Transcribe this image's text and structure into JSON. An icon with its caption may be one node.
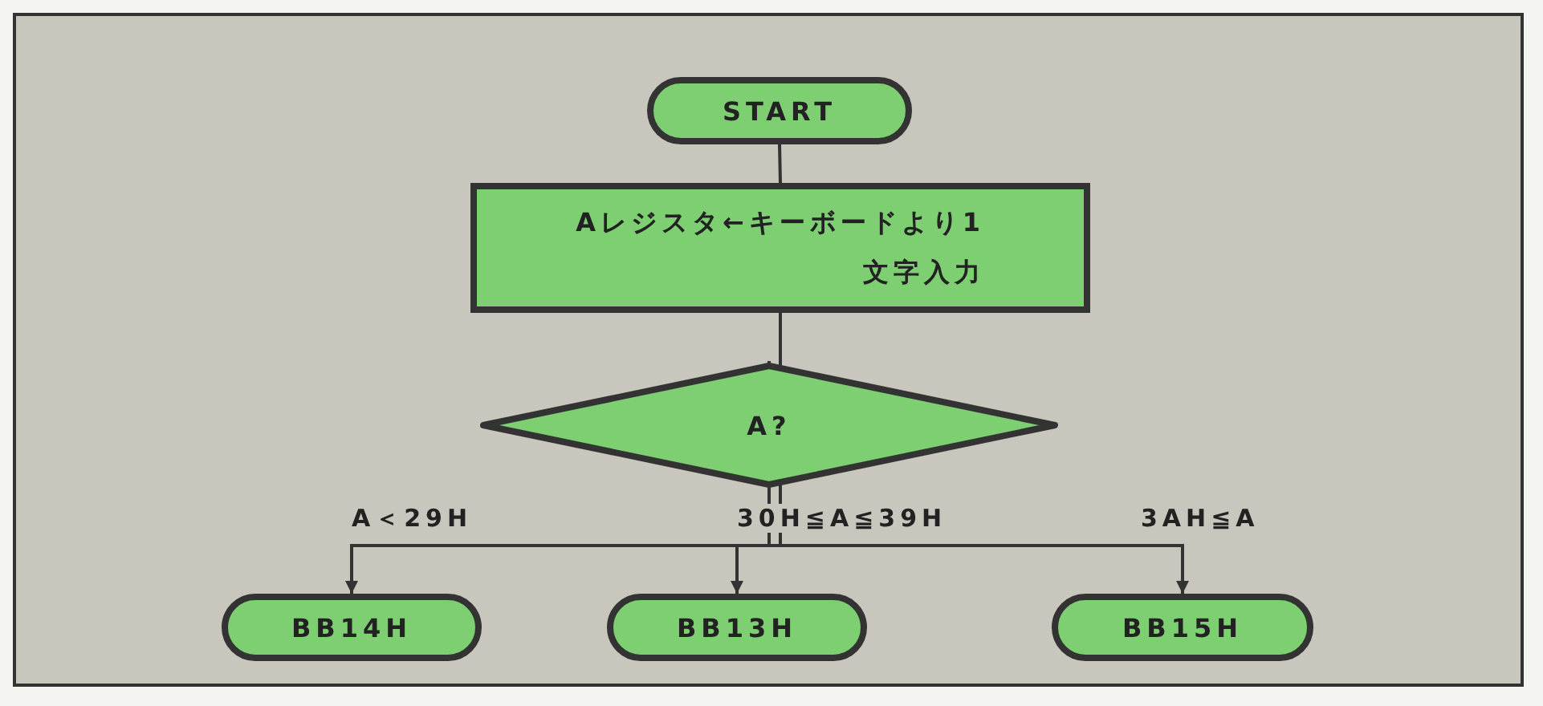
{
  "diagram": {
    "nodes": [
      {
        "text": [
          "START"
        ]
      },
      {
        "text": [
          "Aレジスタ←キーボードより1文字入力"
        ]
      },
      {
        "text": [
          "A?"
        ]
      },
      {
        "text": [
          "BB14H"
        ]
      },
      {
        "text": [
          "BB13H"
        ]
      },
      {
        "text": [
          "BB15H"
        ]
      }
    ],
    "edges": [
      {
        "from": 0,
        "to": 1,
        "arrow": "none"
      },
      {
        "from": 1,
        "to": 2,
        "arrow": "none"
      },
      {
        "from": 2,
        "to": 3,
        "arrow": "to",
        "label": "A＜29H"
      },
      {
        "from": 2,
        "to": 4,
        "arrow": "to",
        "label": "30H≦A≦39H"
      },
      {
        "from": 2,
        "to": 5,
        "arrow": "to",
        "label": "3AH≦A"
      }
    ]
  }
}
